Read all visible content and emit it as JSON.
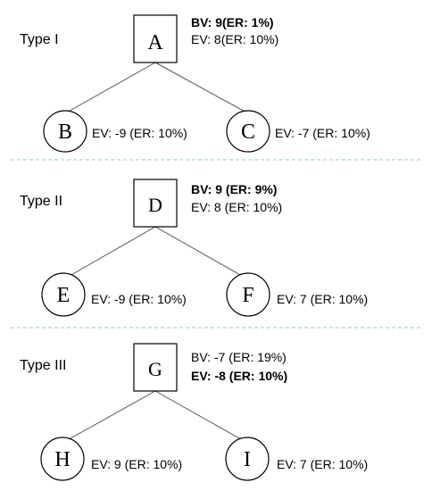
{
  "sections": [
    {
      "type_label": "Type I",
      "root": {
        "letter": "A"
      },
      "root_lines": [
        {
          "text": "BV: 9(ER: 1%)",
          "bold": true
        },
        {
          "text": "EV: 8(ER: 10%)",
          "bold": false
        }
      ],
      "children": [
        {
          "letter": "B",
          "label": "EV: -9 (ER: 10%)"
        },
        {
          "letter": "C",
          "label": "EV: -7 (ER: 10%)"
        }
      ]
    },
    {
      "type_label": "Type II",
      "root": {
        "letter": "D"
      },
      "root_lines": [
        {
          "text": "BV: 9 (ER: 9%)",
          "bold": true
        },
        {
          "text": "EV: 8 (ER: 10%)",
          "bold": false
        }
      ],
      "children": [
        {
          "letter": "E",
          "label": "EV: -9 (ER: 10%)"
        },
        {
          "letter": "F",
          "label": "EV: 7 (ER: 10%)"
        }
      ]
    },
    {
      "type_label": "Type III",
      "root": {
        "letter": "G"
      },
      "root_lines": [
        {
          "text": "BV: -7 (ER: 19%)",
          "bold": false
        },
        {
          "text": "EV: -8 (ER: 10%)",
          "bold": true
        }
      ],
      "children": [
        {
          "letter": "H",
          "label": "EV: 9 (ER: 10%)"
        },
        {
          "letter": "I",
          "label": "EV: 7 (ER: 10%)"
        }
      ]
    }
  ],
  "colors": {
    "stroke": "#000000",
    "edge": "#555555",
    "text": "#000000",
    "separator": "#8fcfd2"
  }
}
